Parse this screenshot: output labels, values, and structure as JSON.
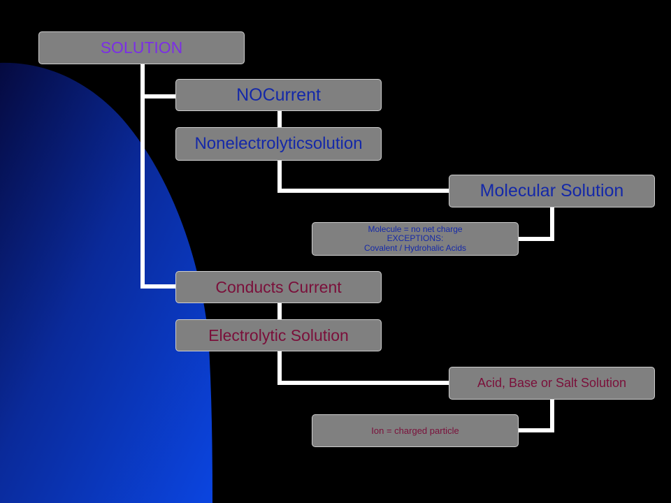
{
  "nodes": {
    "solution": "SOLUTION",
    "no_current": "NOCurrent",
    "nonelectrolytic": "Nonelectrolyticsolution",
    "molecular_solution": "Molecular Solution",
    "molecule_note": [
      "Molecule = no net charge",
      "EXCEPTIONS:",
      "Covalent / Hydrohalic Acids"
    ],
    "conducts_current": "Conducts Current",
    "electrolytic_solution": "Electrolytic Solution",
    "acid_base_salt": "Acid, Base or Salt Solution",
    "ion_note": "Ion = charged particle"
  },
  "colors": {
    "background": "#000000",
    "blue_shape": "#0b3fd6",
    "box_fill": "#808080",
    "box_border": "#cfcfcf",
    "connector": "#ffffff",
    "text_purple": "#7b2ee6",
    "text_blue": "#1428a8",
    "text_maroon": "#7a0f3a"
  }
}
